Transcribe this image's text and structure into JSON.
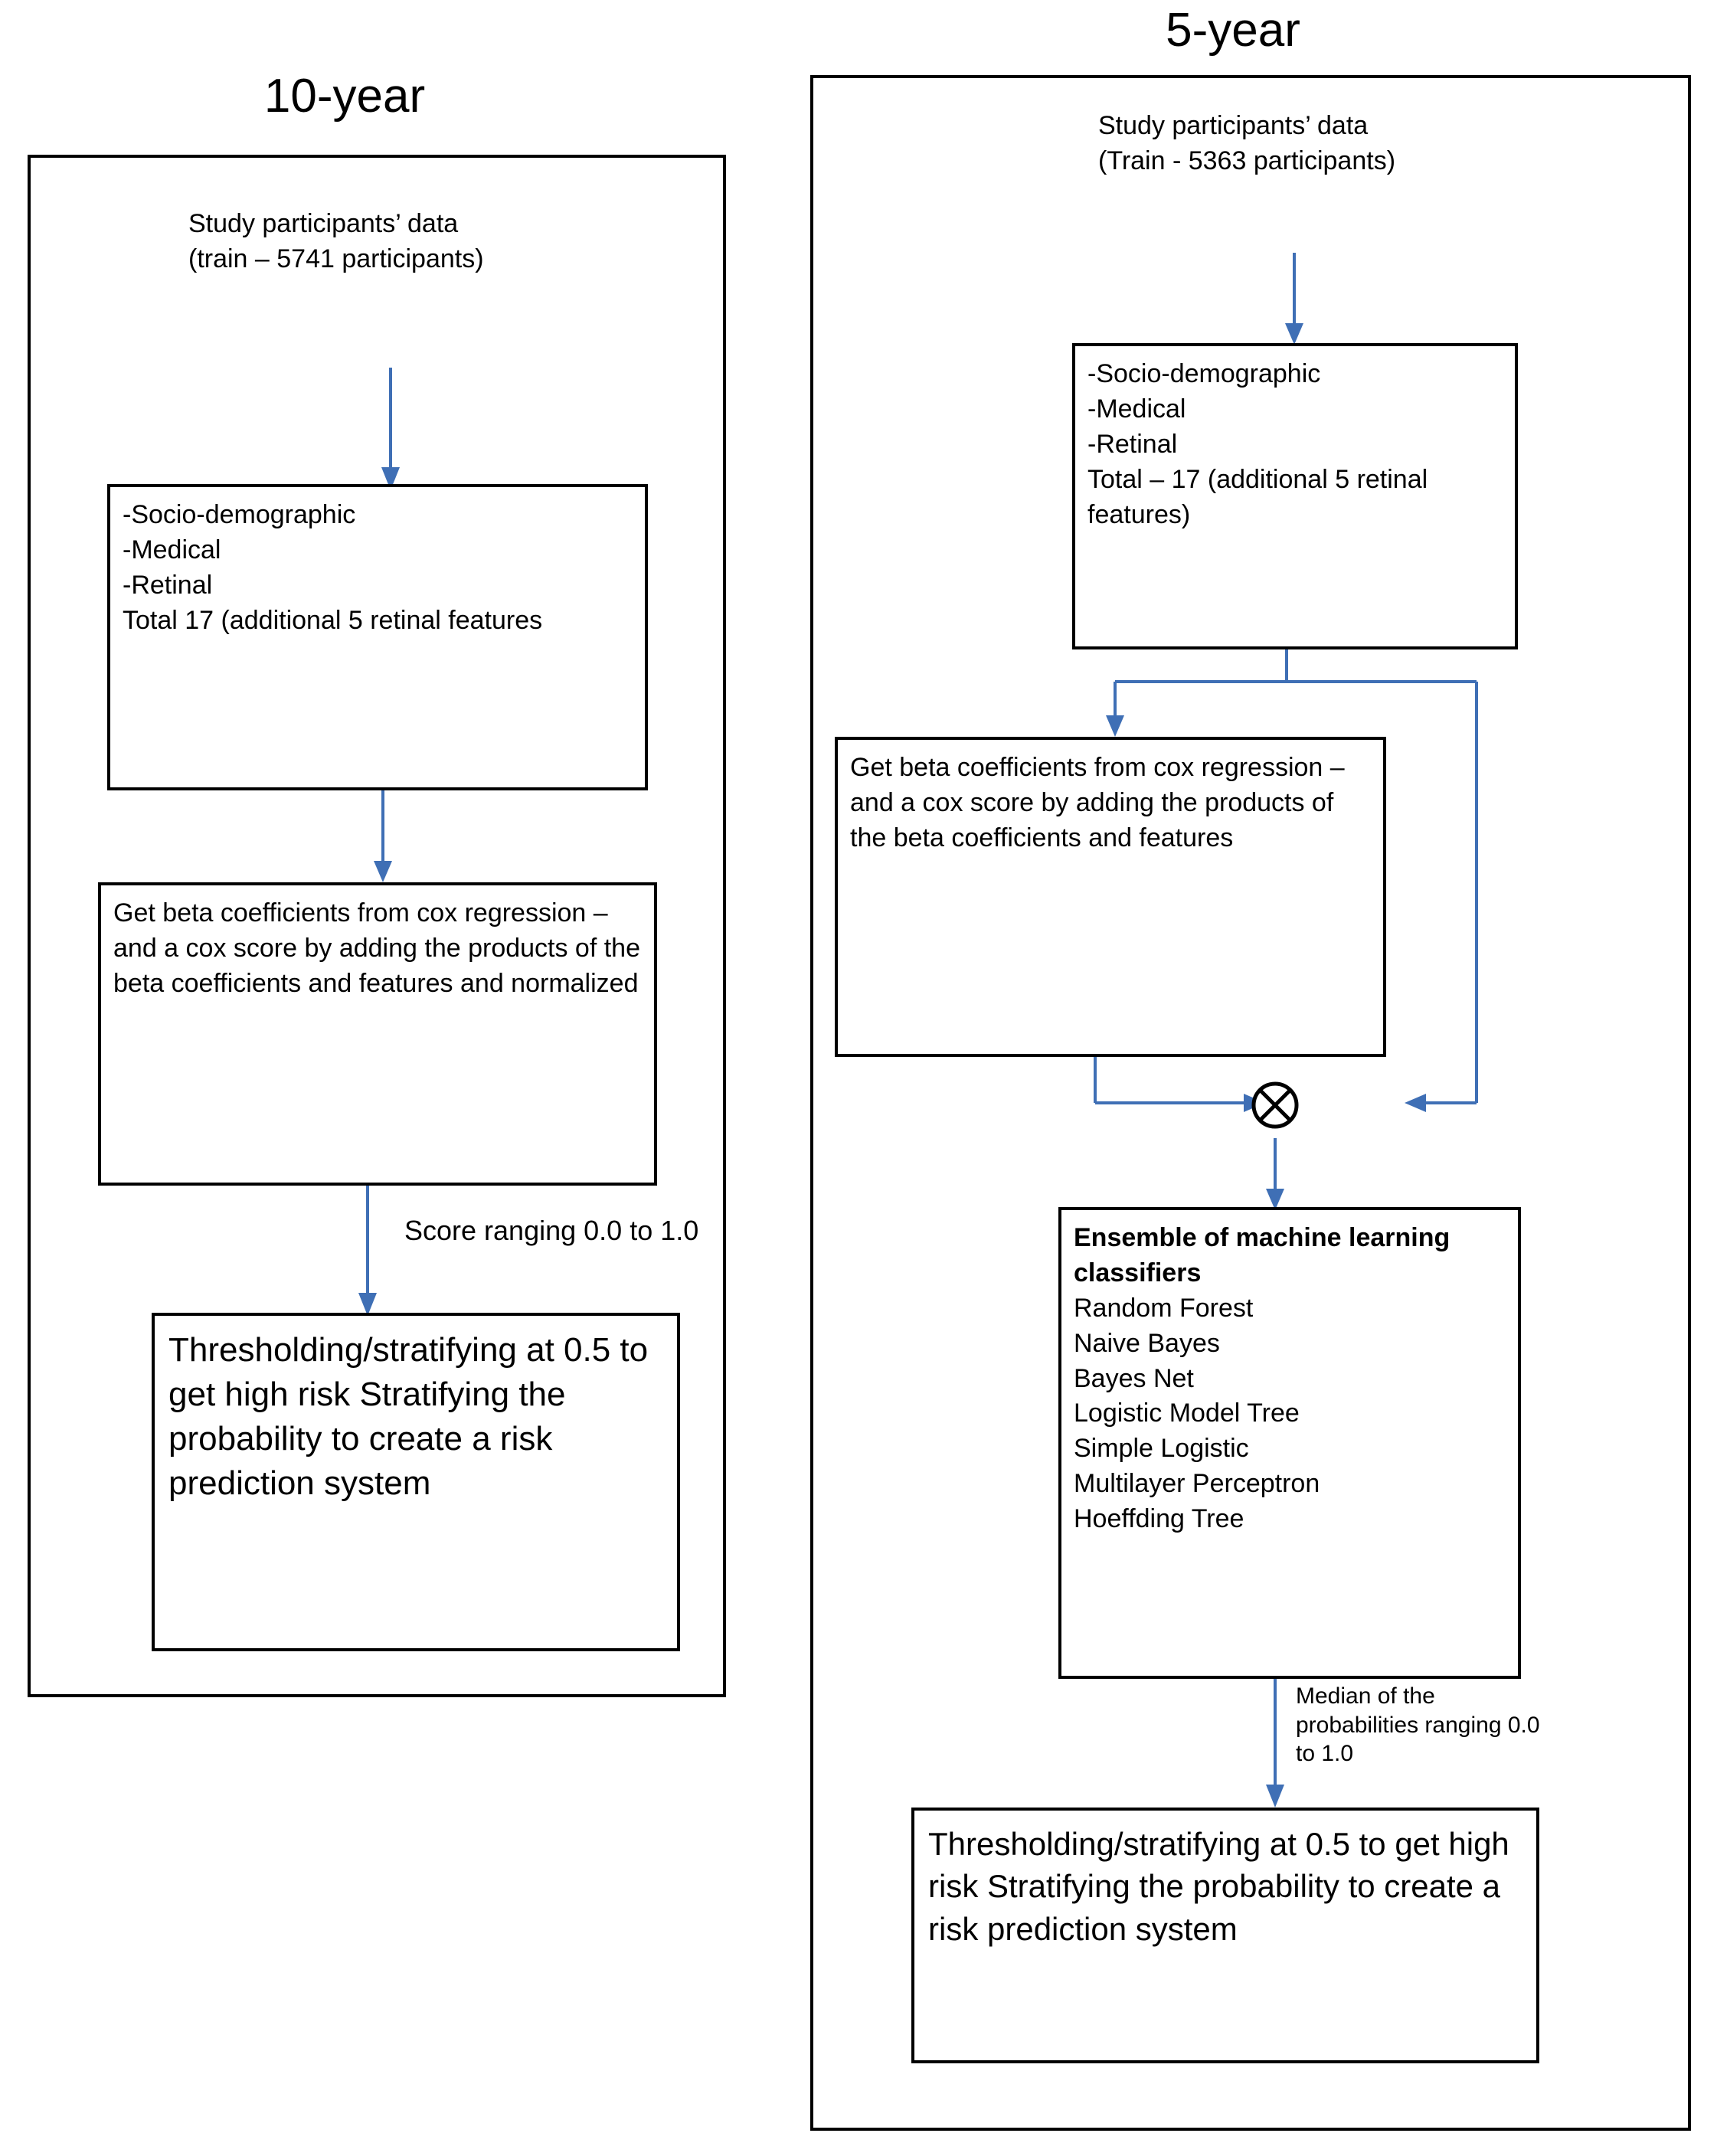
{
  "panels": {
    "left": {
      "title": "10-year",
      "nodes": {
        "data_source": "Study participants’ data (train – 5741 participants)",
        "features": "-Socio-demographic\n-Medical\n-Retinal\nTotal 17 (additional 5 retinal features",
        "cox": "Get beta coefficients from cox regression – and a cox score by adding the products of the beta coefficients and features and normalized",
        "threshold": "Thresholding/stratifying at 0.5  to get high risk Stratifying the probability to create a risk prediction system"
      },
      "edge_labels": {
        "score_range": "Score ranging 0.0 to 1.0"
      }
    },
    "right": {
      "title": "5-year",
      "nodes": {
        "data_source": "Study participants’ data (Train - 5363 participants)",
        "features": "-Socio-demographic\n-Medical\n-Retinal\nTotal – 17 (additional 5 retinal features)",
        "cox": "Get beta coefficients from cox regression – and a cox score by adding the products of the beta coefficients and features",
        "ensemble_title": "Ensemble of machine learning classifiers",
        "ensemble_items": [
          "Random Forest",
          "Naive Bayes",
          "Bayes Net",
          "Logistic Model Tree",
          "Simple Logistic",
          "Multilayer Perceptron",
          "Hoeffding Tree"
        ],
        "threshold": "Thresholding/stratifying at 0.5  to get high risk  Stratifying the probability to create a risk prediction system"
      },
      "edge_labels": {
        "median": "Median of the probabilities ranging 0.0 to 1.0"
      },
      "junction_symbol": "⊗"
    }
  },
  "colors": {
    "arrow": "#3f6fb5",
    "border": "#000000",
    "background": "#ffffff"
  }
}
